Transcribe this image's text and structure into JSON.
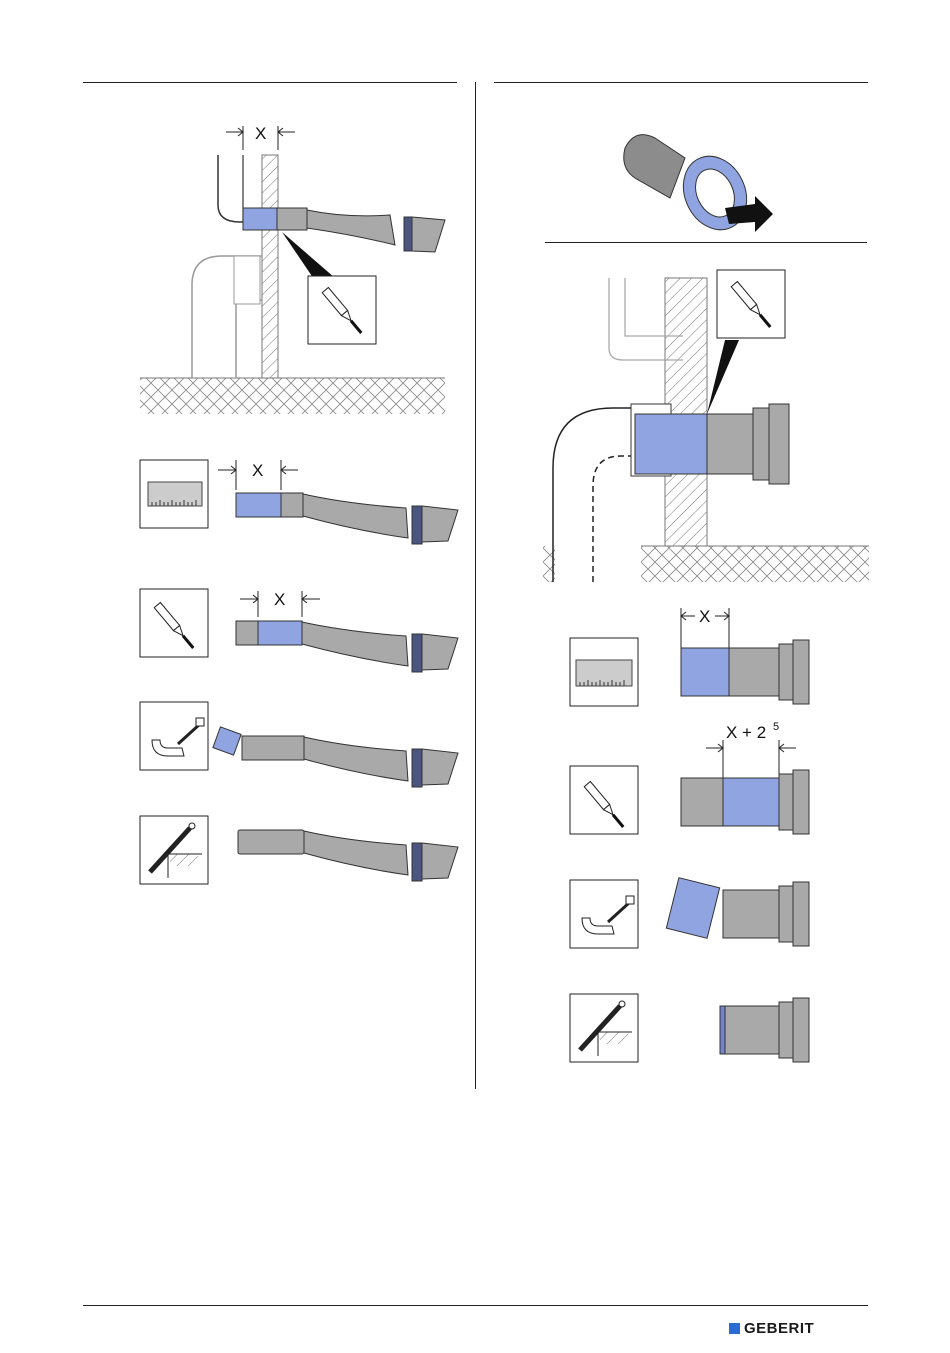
{
  "dimension_labels": {
    "left_wall": "X",
    "left_step1": "X",
    "left_step2": "X",
    "right_step1": "X",
    "right_step2_base": "X + 2",
    "right_step2_sup": "5"
  },
  "footer": {
    "brand": "GEBERIT"
  },
  "colors": {
    "highlight": "#8fa4e0",
    "pipe_gray": "#a9a9a9",
    "brand_blue": "#2b6cd4"
  },
  "icons": [
    "pencil-icon",
    "ruler-icon",
    "pipe-cutter-icon",
    "file-deburr-icon",
    "sealing-ring-icon"
  ]
}
